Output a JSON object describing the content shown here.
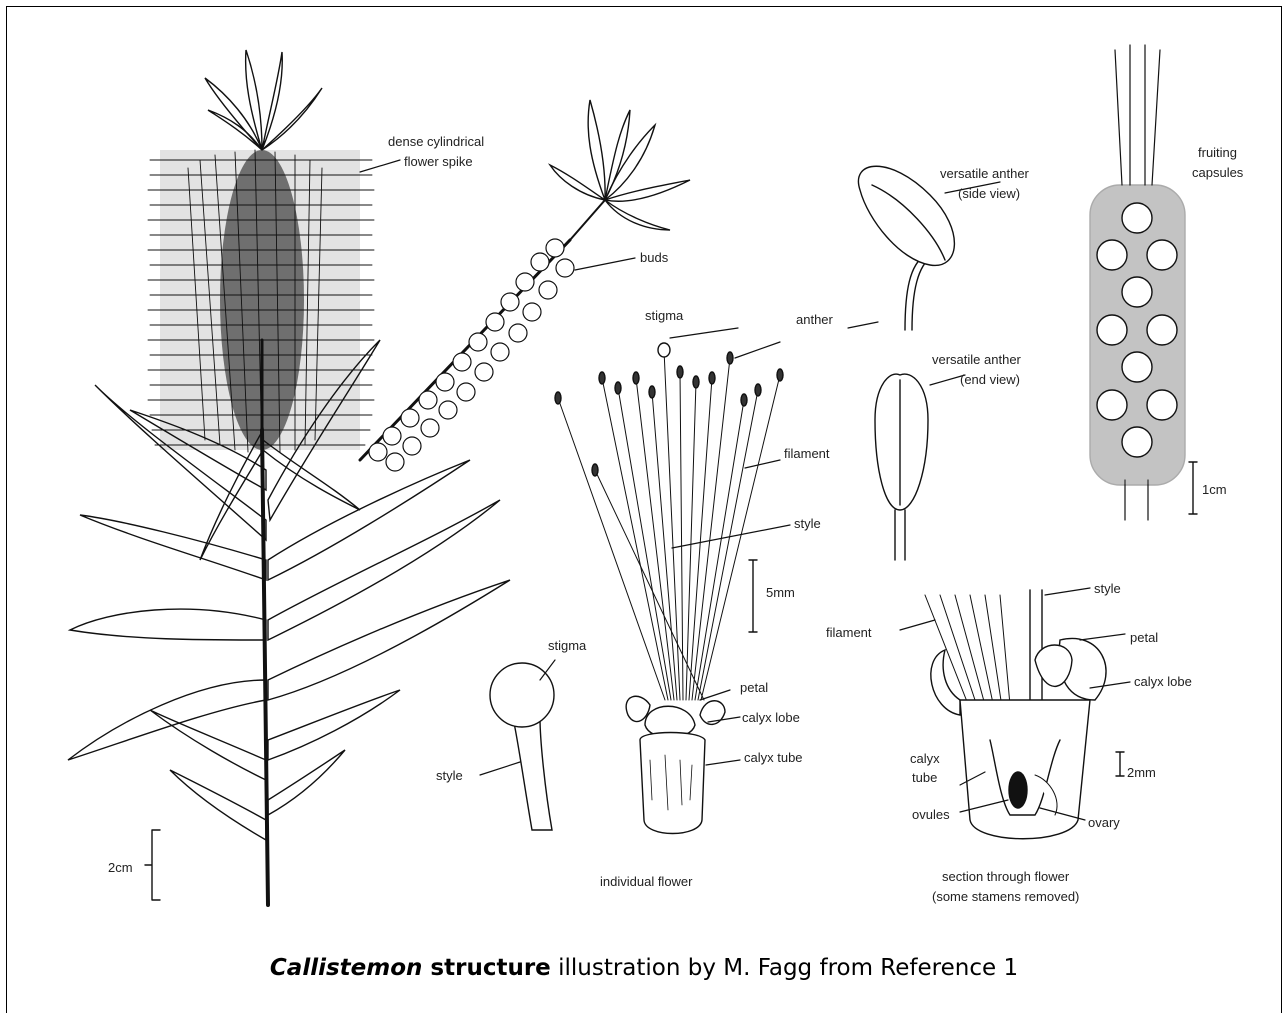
{
  "labels": {
    "dense_spike": [
      "dense cylindrical",
      "flower spike"
    ],
    "buds": "buds",
    "anther": "anther",
    "stigma_top": "stigma",
    "versatile_side": [
      "versatile anther",
      "(side view)"
    ],
    "versatile_end": [
      "versatile anther",
      "(end view)"
    ],
    "fruiting": [
      "fruiting",
      "capsules"
    ],
    "filament": "filament",
    "style": "style",
    "scale_5mm": "5mm",
    "scale_1cm": "1cm",
    "scale_2cm": "2cm",
    "scale_2mm": "2mm",
    "stigma_detail": "stigma",
    "style_detail": "style",
    "petal": "petal",
    "calyx_lobe": "calyx lobe",
    "calyx_tube": "calyx tube",
    "individual_flower": "individual flower",
    "sec_style": "style",
    "sec_filament": "filament",
    "sec_petal": "petal",
    "sec_calyx_lobe": "calyx lobe",
    "sec_calyx_tube": [
      "calyx",
      "tube"
    ],
    "ovules": "ovules",
    "ovary": "ovary",
    "section_caption": [
      "section through flower",
      "(some stamens removed)"
    ]
  },
  "caption": {
    "genus": "Callistemon",
    "word": "structure",
    "rest": "illustration by M. Fagg from Reference 1"
  }
}
